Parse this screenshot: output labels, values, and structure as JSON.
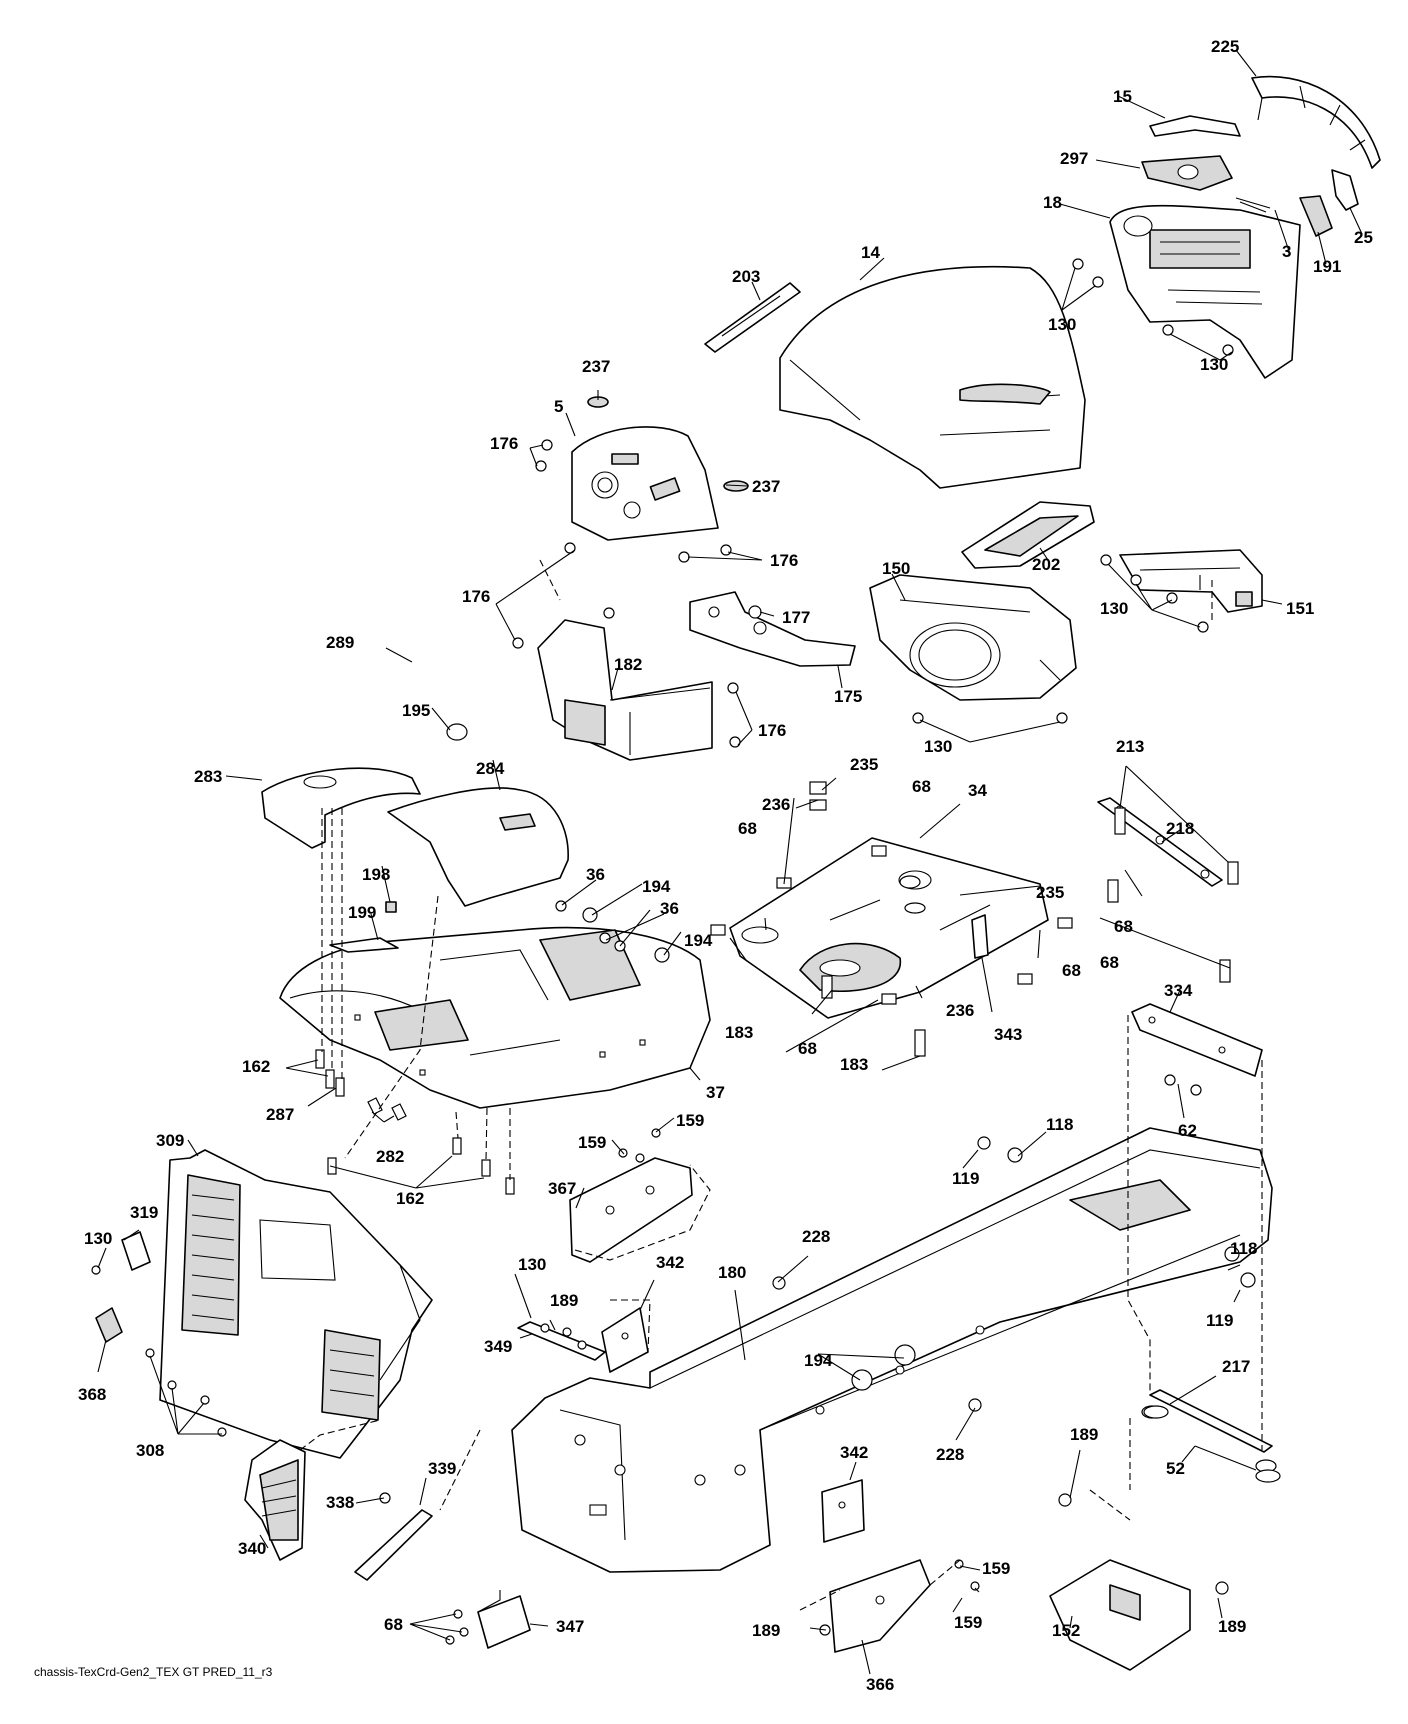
{
  "diagram": {
    "footer": "chassis-TexCrd-Gen2_TEX GT PRED_11_r3",
    "callouts": {
      "c225": "225",
      "c15": "15",
      "c297": "297",
      "c18": "18",
      "c3": "3",
      "c25": "25",
      "c191": "191",
      "c203": "203",
      "c14": "14",
      "c130a": "130",
      "c130b": "130",
      "c237a": "237",
      "c5": "5",
      "c176a": "176",
      "c237b": "237",
      "c176b": "176",
      "c202": "202",
      "c176c": "176",
      "c177": "177",
      "c150": "150",
      "c130c": "130",
      "c151": "151",
      "c289": "289",
      "c182": "182",
      "c175": "175",
      "c195": "195",
      "c176d": "176",
      "c130d": "130",
      "c283": "283",
      "c284": "284",
      "c235a": "235",
      "c236a": "236",
      "c68a": "68",
      "c34": "34",
      "c213": "213",
      "c218": "218",
      "c68b": "68",
      "c235b": "235",
      "c198": "198",
      "c36a": "36",
      "c194a": "194",
      "c36b": "36",
      "c199": "199",
      "c194b": "194",
      "c68c": "68",
      "c68d": "68",
      "c68e": "68",
      "c183a": "183",
      "c236b": "236",
      "c343": "343",
      "c68f": "68",
      "c183b": "183",
      "c334": "334",
      "c162a": "162",
      "c287": "287",
      "c37": "37",
      "c282": "282",
      "c62": "62",
      "c159a": "159",
      "c309": "309",
      "c162b": "162",
      "c159b": "159",
      "c118a": "118",
      "c119a": "119",
      "c367": "367",
      "c319": "319",
      "c130e": "130",
      "c228a": "228",
      "c130f": "130",
      "c342a": "342",
      "c180": "180",
      "c118b": "118",
      "c189a": "189",
      "c119b": "119",
      "c349": "349",
      "c194c": "194",
      "c368": "368",
      "c217": "217",
      "c308": "308",
      "c228b": "228",
      "c189b": "189",
      "c52": "52",
      "c339": "339",
      "c342b": "342",
      "c338": "338",
      "c340": "340",
      "c159c": "159",
      "c68g": "68",
      "c347": "347",
      "c189c": "189",
      "c159d": "159",
      "c152": "152",
      "c189d": "189",
      "c366": "366"
    }
  }
}
